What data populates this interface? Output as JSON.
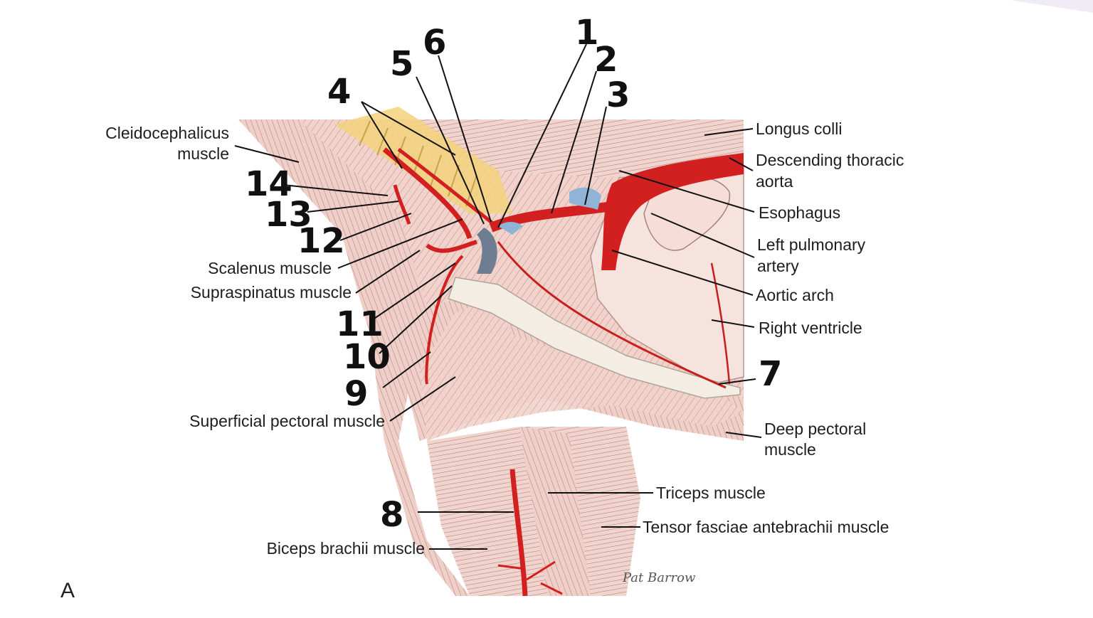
{
  "figure": {
    "panel_letter": "A",
    "signature": "Pat Barrow"
  },
  "labels": {
    "cleidocephalicus": [
      "Cleidocephalicus",
      "muscle"
    ],
    "scalenus": "Scalenus muscle",
    "supraspinatus": "Supraspinatus muscle",
    "superficial_pectoral": "Superficial pectoral muscle",
    "biceps_brachii": "Biceps brachii muscle",
    "longus_colli": "Longus colli",
    "descending_aorta": [
      "Descending thoracic",
      "aorta"
    ],
    "esophagus": "Esophagus",
    "left_pulmonary": [
      "Left pulmonary",
      "artery"
    ],
    "aortic_arch": "Aortic arch",
    "right_ventricle": "Right ventricle",
    "deep_pectoral": [
      "Deep pectoral",
      "muscle"
    ],
    "triceps": "Triceps muscle",
    "tensor_fasciae": "Tensor fasciae antebrachii muscle"
  },
  "numbers": {
    "n1": "1",
    "n2": "2",
    "n3": "3",
    "n4": "4",
    "n5": "5",
    "n6": "6",
    "n7": "7",
    "n8": "8",
    "n9": "9",
    "n10": "10",
    "n11": "11",
    "n12": "12",
    "n13": "13",
    "n14": "14"
  },
  "colors": {
    "muscle": "#f2d3cc",
    "muscle_dark": "#c99b90",
    "artery": "#d21f1f",
    "vein": "#6f7d93",
    "trachea": "#f3d27a",
    "fat": "#f4ede4",
    "heart": "#f7e3de"
  }
}
